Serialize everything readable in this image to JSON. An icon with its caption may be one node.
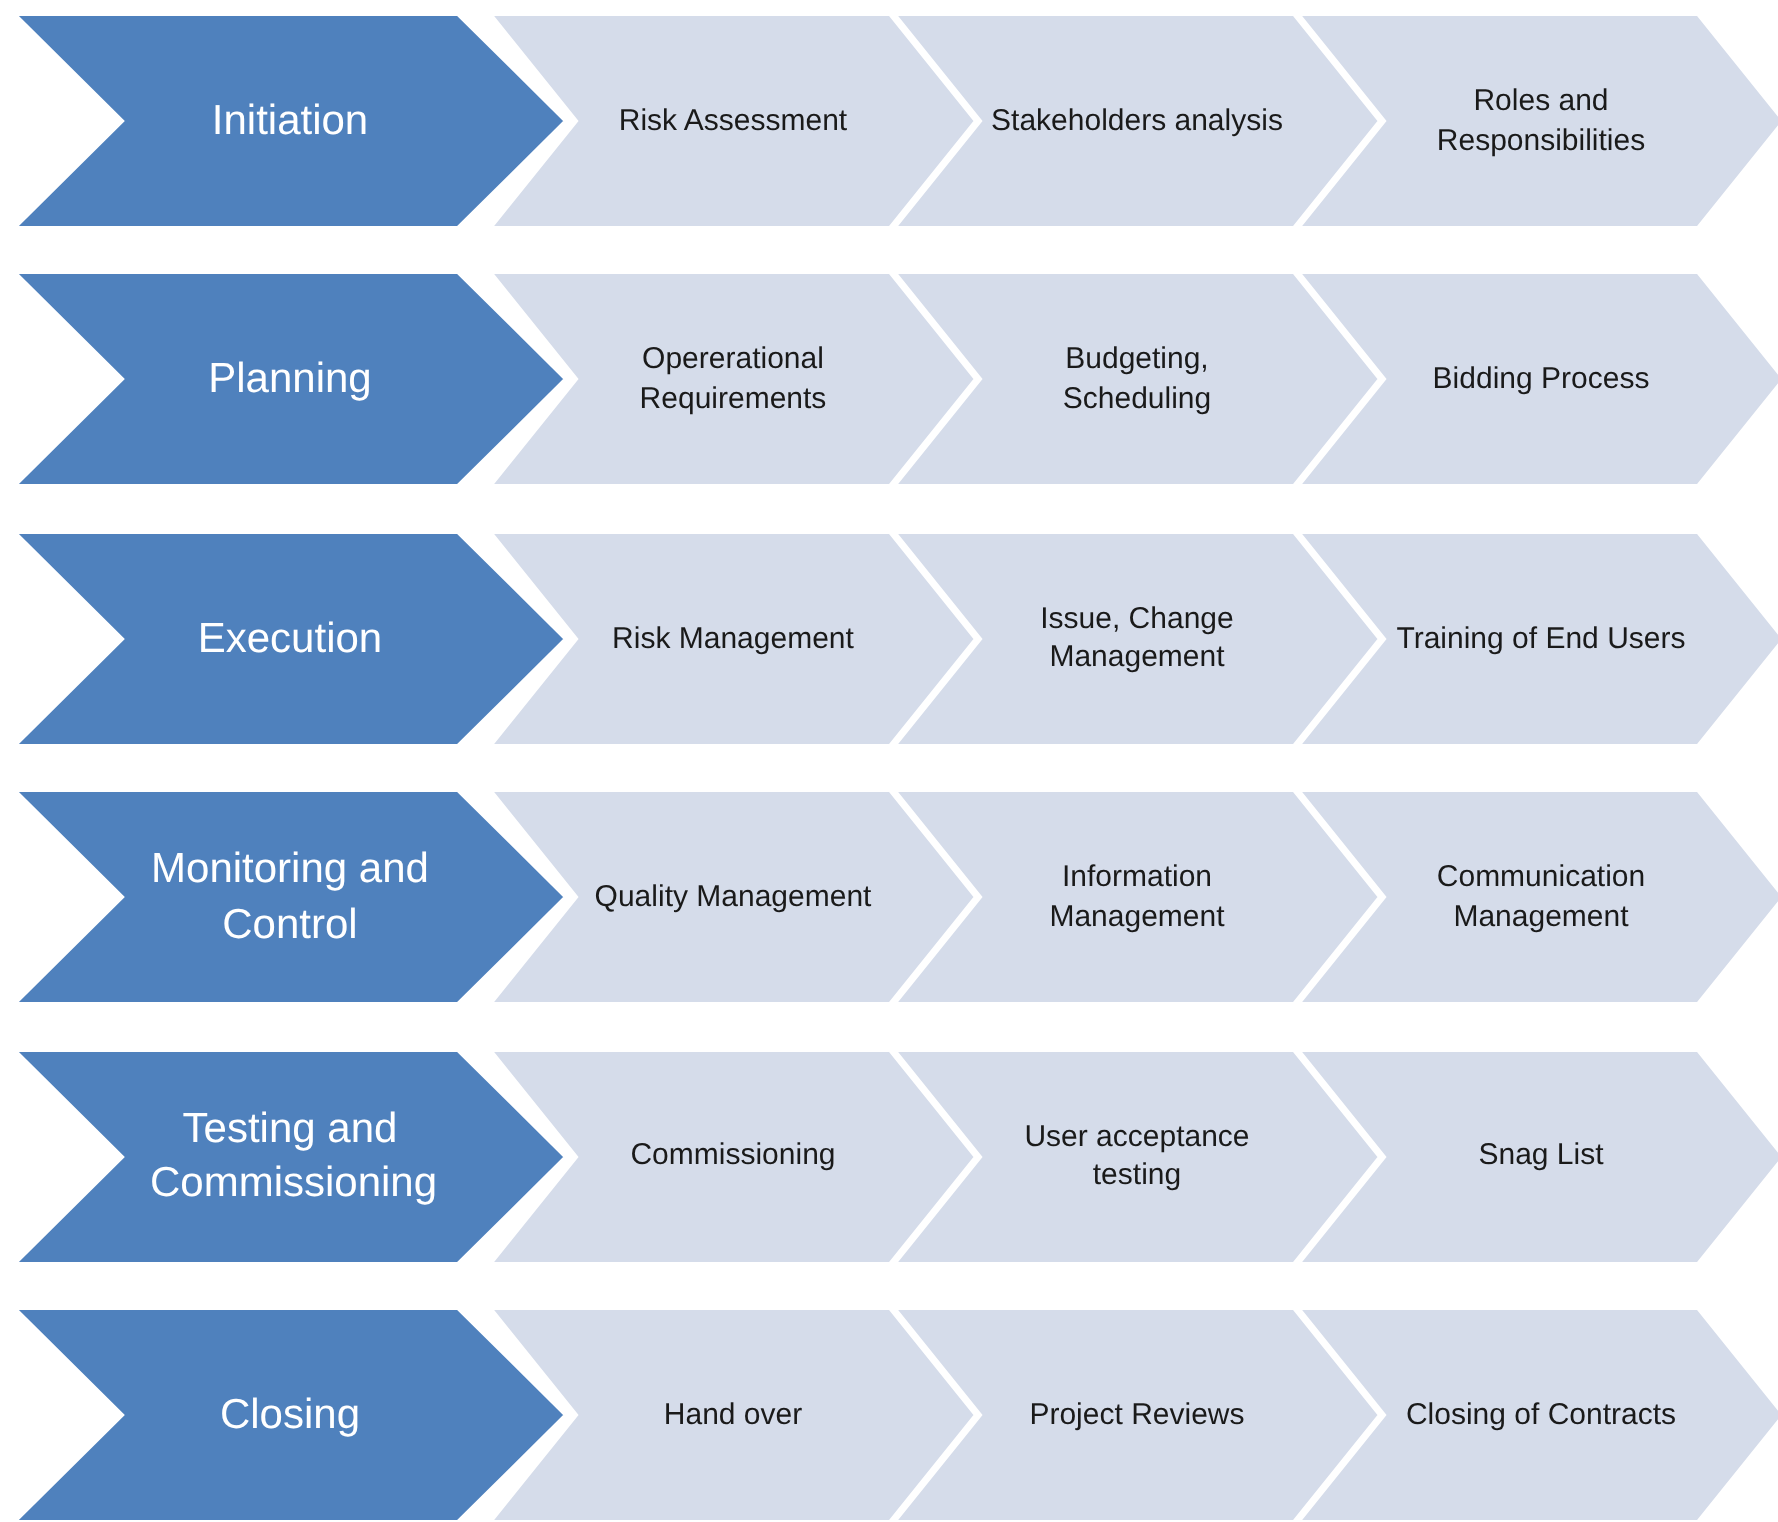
{
  "diagram": {
    "nodes": [
      {
        "text": [
          "Initiation"
        ]
      },
      {
        "text": [
          "Risk Assessment"
        ]
      },
      {
        "text": [
          "Stakeholders analysis"
        ]
      },
      {
        "text": [
          "Roles and Responsibilities"
        ]
      },
      {
        "text": [
          "Planning"
        ]
      },
      {
        "text": [
          "Opererational Requirements"
        ]
      },
      {
        "text": [
          "Budgeting, Scheduling"
        ]
      },
      {
        "text": [
          "Bidding Process"
        ]
      },
      {
        "text": [
          "Execution"
        ]
      },
      {
        "text": [
          "Risk Management"
        ]
      },
      {
        "text": [
          "Issue, Change Management"
        ]
      },
      {
        "text": [
          "Training of End Users"
        ]
      },
      {
        "text": [
          "Monitoring and Control"
        ]
      },
      {
        "text": [
          "Quality Management"
        ]
      },
      {
        "text": [
          "Information Management"
        ]
      },
      {
        "text": [
          "Communication Management"
        ]
      },
      {
        "text": [
          "Testing and Commissioning"
        ]
      },
      {
        "text": [
          "Commissioning"
        ]
      },
      {
        "text": [
          "User acceptance testing"
        ]
      },
      {
        "text": [
          "Snag List"
        ]
      },
      {
        "text": [
          "Closing"
        ]
      },
      {
        "text": [
          "Hand over"
        ]
      },
      {
        "text": [
          "Project Reviews"
        ]
      },
      {
        "text": [
          "Closing of Contracts"
        ]
      }
    ]
  }
}
